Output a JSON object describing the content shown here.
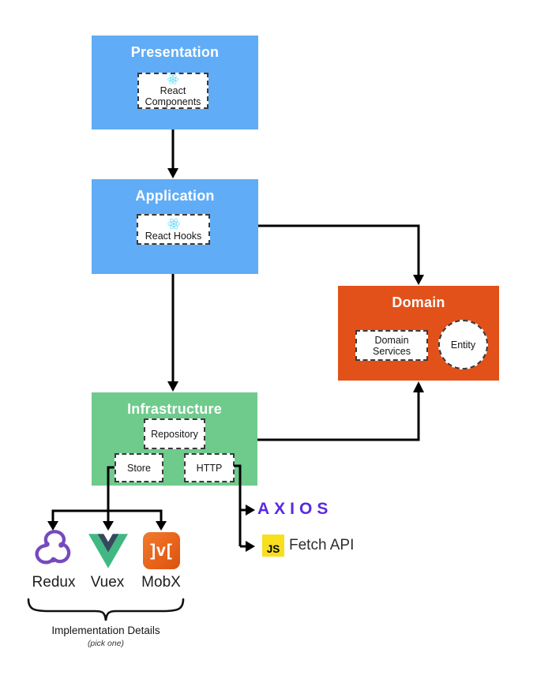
{
  "nodes": {
    "presentation": {
      "title": "Presentation"
    },
    "application": {
      "title": "Application"
    },
    "domain": {
      "title": "Domain"
    },
    "infrastructure": {
      "title": "Infrastructure"
    },
    "react_components": {
      "label": "React Components"
    },
    "react_hooks": {
      "label": "React Hooks"
    },
    "domain_services": {
      "label": "Domain Services"
    },
    "entity": {
      "label": "Entity"
    },
    "repository": {
      "label": "Repository"
    },
    "store": {
      "label": "Store"
    },
    "http": {
      "label": "HTTP"
    }
  },
  "tools": {
    "redux": {
      "label": "Redux"
    },
    "vuex": {
      "label": "Vuex"
    },
    "mobx": {
      "label": "MobX",
      "icon_text": "]v["
    },
    "axios": {
      "wordmark": "AXIOS"
    },
    "fetch": {
      "label": "Fetch API",
      "badge": "JS"
    }
  },
  "annotation": {
    "title": "Implementation Details",
    "subtitle": "(pick one)"
  },
  "icons": {
    "react": "react-atom-icon",
    "redux": "redux-knot-icon",
    "vuex": "vue-v-icon",
    "mobx": "mobx-brackets-icon",
    "js": "js-square-icon"
  },
  "colors": {
    "layer_blue": "#61ACF6",
    "layer_green": "#6FCB8C",
    "layer_orange": "#E2511A",
    "react_cyan": "#61DAFB",
    "redux_purple": "#764ABC",
    "vue_green": "#41B883",
    "vue_dark": "#35495E",
    "mobx_orange": "#E8631B",
    "axios_purple": "#5A29E4",
    "js_yellow": "#F7DF1E",
    "connector": "#000000"
  }
}
